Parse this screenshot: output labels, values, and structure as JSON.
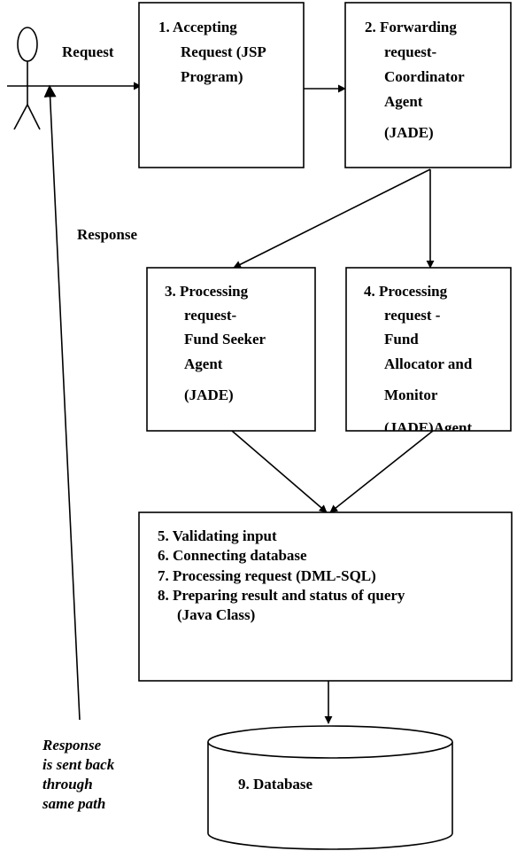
{
  "labels": {
    "request": "Request",
    "response": "Response",
    "response_note": [
      "Response",
      "is sent back",
      "through",
      "same path"
    ]
  },
  "boxes": {
    "box1": {
      "lines": [
        "1.  Accepting",
        "Request (JSP",
        "Program)"
      ]
    },
    "box2": {
      "lines": [
        "2.  Forwarding",
        "request-",
        "Coordinator",
        "Agent",
        "(JADE)"
      ]
    },
    "box3": {
      "lines": [
        "3.  Processing",
        "request-",
        "Fund Seeker",
        "Agent",
        "(JADE)"
      ]
    },
    "box4": {
      "lines": [
        "4.  Processing",
        "request -",
        "Fund",
        "Allocator and",
        "Monitor",
        "(JADE)Agent"
      ]
    },
    "box5": {
      "lines": [
        "5.  Validating input",
        "6.  Connecting database",
        "7.  Processing request (DML-SQL)",
        "8.  Preparing result and status of query",
        "(Java Class)"
      ]
    }
  },
  "database": {
    "label": "9.  Database"
  },
  "colors": {
    "stroke": "#000000",
    "background": "#ffffff"
  },
  "icons": {
    "actor": "stick-figure-icon"
  }
}
